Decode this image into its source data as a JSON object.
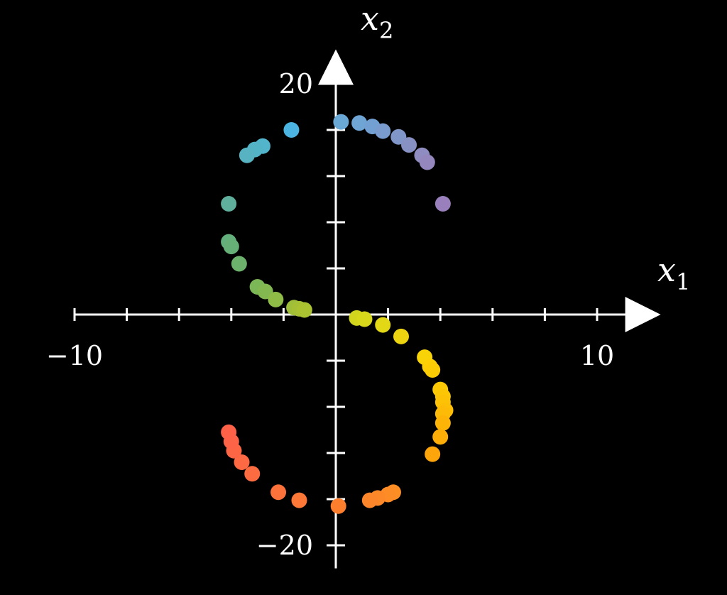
{
  "chart_data": {
    "type": "scatter",
    "title": "",
    "axes": {
      "x": {
        "label": "x",
        "subscript": "1",
        "range": [
          -10,
          12
        ],
        "ticks": [
          -10,
          -8,
          -6,
          -4,
          -2,
          2,
          4,
          6,
          8,
          10
        ],
        "tick_labels": [
          {
            "value": -10,
            "text": "−10"
          },
          {
            "value": 10,
            "text": "10"
          }
        ]
      },
      "y": {
        "label": "x",
        "subscript": "2",
        "range": [
          -22,
          22
        ],
        "ticks": [
          -20,
          -16,
          -12,
          -8,
          -4,
          4,
          8,
          12,
          16,
          20
        ],
        "tick_labels": [
          {
            "value": 20,
            "text": "20"
          },
          {
            "value": -20,
            "text": "−20"
          }
        ]
      }
    },
    "grid": false,
    "legend": "none",
    "colors": {
      "background": "#000000",
      "axis": "#ffffff"
    },
    "points": [
      {
        "x": 0.2,
        "y": 16.7,
        "color": "#6aa8d6"
      },
      {
        "x": 0.9,
        "y": 16.6,
        "color": "#6ea5d4"
      },
      {
        "x": 1.4,
        "y": 16.3,
        "color": "#73a0d2"
      },
      {
        "x": 1.8,
        "y": 15.9,
        "color": "#799bce"
      },
      {
        "x": 2.4,
        "y": 15.4,
        "color": "#8096c9"
      },
      {
        "x": 2.8,
        "y": 14.7,
        "color": "#8791c4"
      },
      {
        "x": 3.3,
        "y": 13.8,
        "color": "#8e8cc0"
      },
      {
        "x": 3.5,
        "y": 13.2,
        "color": "#9487be"
      },
      {
        "x": 4.1,
        "y": 9.6,
        "color": "#9a7fbd"
      },
      {
        "x": -1.7,
        "y": 16.0,
        "color": "#4bb4e2"
      },
      {
        "x": -2.8,
        "y": 14.6,
        "color": "#52b5cc"
      },
      {
        "x": -3.1,
        "y": 14.3,
        "color": "#54b4c7"
      },
      {
        "x": -3.4,
        "y": 13.8,
        "color": "#57b3c1"
      },
      {
        "x": -4.1,
        "y": 9.6,
        "color": "#60af9d"
      },
      {
        "x": -4.1,
        "y": 6.3,
        "color": "#64b07d"
      },
      {
        "x": -4.0,
        "y": 5.9,
        "color": "#66b078"
      },
      {
        "x": -3.7,
        "y": 4.4,
        "color": "#6db26c"
      },
      {
        "x": -3.0,
        "y": 2.4,
        "color": "#7bb657"
      },
      {
        "x": -2.7,
        "y": 2.0,
        "color": "#83b851"
      },
      {
        "x": -2.3,
        "y": 1.3,
        "color": "#8fbb47"
      },
      {
        "x": -1.6,
        "y": 0.6,
        "color": "#9fbe3a"
      },
      {
        "x": -1.4,
        "y": 0.5,
        "color": "#a5c035"
      },
      {
        "x": -1.2,
        "y": 0.4,
        "color": "#abc231"
      },
      {
        "x": 0.8,
        "y": -0.3,
        "color": "#d2d51e"
      },
      {
        "x": 1.1,
        "y": -0.4,
        "color": "#d7d71b"
      },
      {
        "x": 1.8,
        "y": -0.9,
        "color": "#e2d815"
      },
      {
        "x": 2.5,
        "y": -1.9,
        "color": "#ecd510"
      },
      {
        "x": 3.4,
        "y": -3.7,
        "color": "#f8d307"
      },
      {
        "x": 3.6,
        "y": -4.5,
        "color": "#fcd005"
      },
      {
        "x": 3.7,
        "y": -4.8,
        "color": "#fccd04"
      },
      {
        "x": 4.0,
        "y": -6.5,
        "color": "#fdc905"
      },
      {
        "x": 4.1,
        "y": -7.1,
        "color": "#fdc605"
      },
      {
        "x": 4.1,
        "y": -7.6,
        "color": "#fdc205"
      },
      {
        "x": 4.2,
        "y": -8.3,
        "color": "#fdbe06"
      },
      {
        "x": 4.1,
        "y": -8.6,
        "color": "#fdba06"
      },
      {
        "x": 4.1,
        "y": -9.4,
        "color": "#fdb407"
      },
      {
        "x": 4.0,
        "y": -10.6,
        "color": "#fdad08"
      },
      {
        "x": 3.7,
        "y": -12.1,
        "color": "#fda50a"
      },
      {
        "x": 2.2,
        "y": -15.4,
        "color": "#fd8e24"
      },
      {
        "x": 2.0,
        "y": -15.6,
        "color": "#fd8b26"
      },
      {
        "x": 1.6,
        "y": -15.9,
        "color": "#fd8828"
      },
      {
        "x": 1.3,
        "y": -16.1,
        "color": "#fd852a"
      },
      {
        "x": 0.1,
        "y": -16.6,
        "color": "#fd7f2e"
      },
      {
        "x": -1.4,
        "y": -16.1,
        "color": "#fd7736"
      },
      {
        "x": -2.2,
        "y": -15.4,
        "color": "#fd723a"
      },
      {
        "x": -3.2,
        "y": -13.8,
        "color": "#fd6c40"
      },
      {
        "x": -3.6,
        "y": -12.8,
        "color": "#fd6943"
      },
      {
        "x": -3.9,
        "y": -11.8,
        "color": "#fd6645"
      },
      {
        "x": -4.0,
        "y": -11.0,
        "color": "#fd6447"
      },
      {
        "x": -4.1,
        "y": -10.2,
        "color": "#fd6249"
      }
    ]
  }
}
